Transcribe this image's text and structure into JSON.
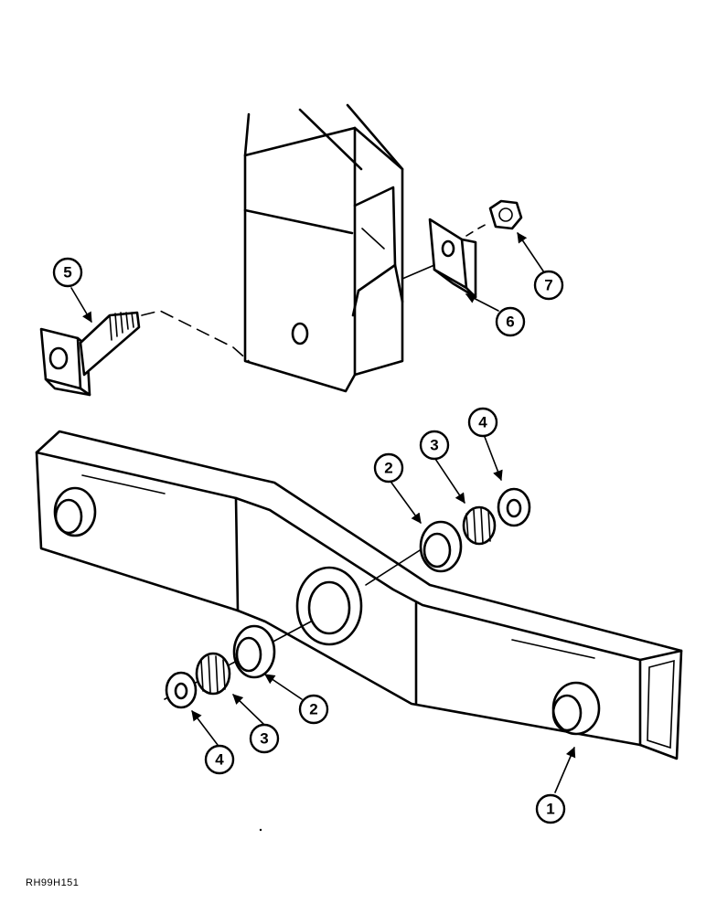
{
  "figure_code": "RH99H151",
  "callouts": [
    {
      "id": "c1",
      "label": "1"
    },
    {
      "id": "c2a",
      "label": "2"
    },
    {
      "id": "c2b",
      "label": "2"
    },
    {
      "id": "c3a",
      "label": "3"
    },
    {
      "id": "c3b",
      "label": "3"
    },
    {
      "id": "c4a",
      "label": "4"
    },
    {
      "id": "c4b",
      "label": "4"
    },
    {
      "id": "c5",
      "label": "5"
    },
    {
      "id": "c6",
      "label": "6"
    },
    {
      "id": "c7",
      "label": "7"
    }
  ]
}
